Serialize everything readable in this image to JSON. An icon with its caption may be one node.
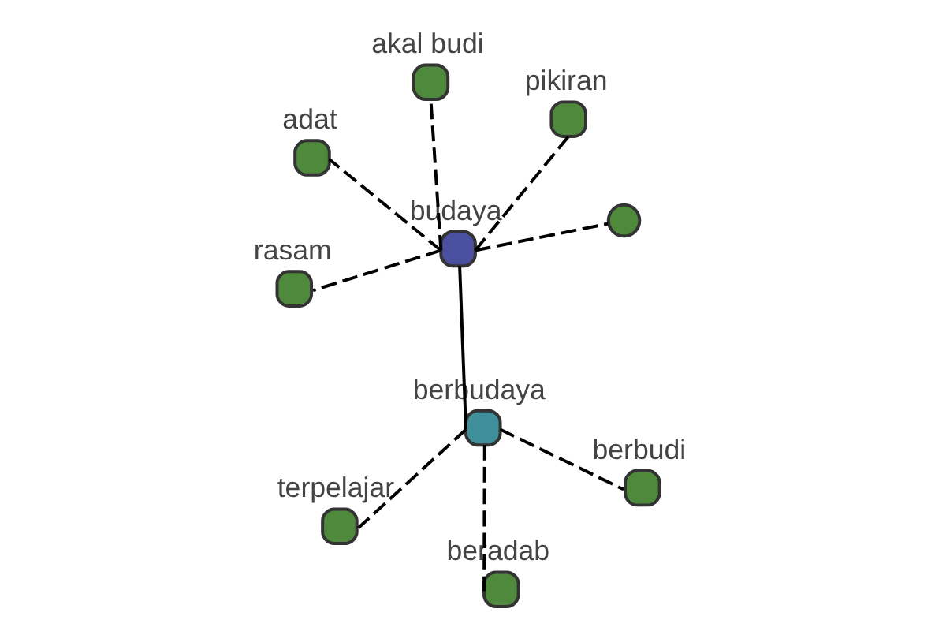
{
  "diagram": {
    "nodes": [
      {
        "text": [
          "budaya"
        ]
      },
      {
        "text": [],
        "shape": "circle"
      },
      {
        "text": [
          "rasam"
        ]
      },
      {
        "text": [
          "adat"
        ]
      },
      {
        "text": [
          "pikiran"
        ]
      },
      {
        "text": [
          "akal budi"
        ]
      },
      {
        "text": [
          "terpelajar"
        ]
      },
      {
        "text": [
          "berbudaya"
        ]
      },
      {
        "text": [
          "beradab"
        ]
      },
      {
        "text": [
          "berbudi"
        ]
      }
    ],
    "edges": [
      {
        "from": 0,
        "to": 1,
        "arrow": "none",
        "style": "dashed"
      },
      {
        "from": 0,
        "to": 2,
        "arrow": "none",
        "style": "dashed"
      },
      {
        "from": 0,
        "to": 3,
        "arrow": "none",
        "style": "dashed"
      },
      {
        "from": 0,
        "to": 4,
        "arrow": "none",
        "style": "dashed"
      },
      {
        "from": 0,
        "to": 5,
        "arrow": "none",
        "style": "dashed"
      },
      {
        "from": 0,
        "to": 7,
        "arrow": "none"
      },
      {
        "from": 7,
        "to": 6,
        "arrow": "none",
        "style": "dashed"
      },
      {
        "from": 7,
        "to": 8,
        "arrow": "none",
        "style": "dashed"
      },
      {
        "from": 7,
        "to": 9,
        "arrow": "none",
        "style": "dashed"
      }
    ]
  }
}
